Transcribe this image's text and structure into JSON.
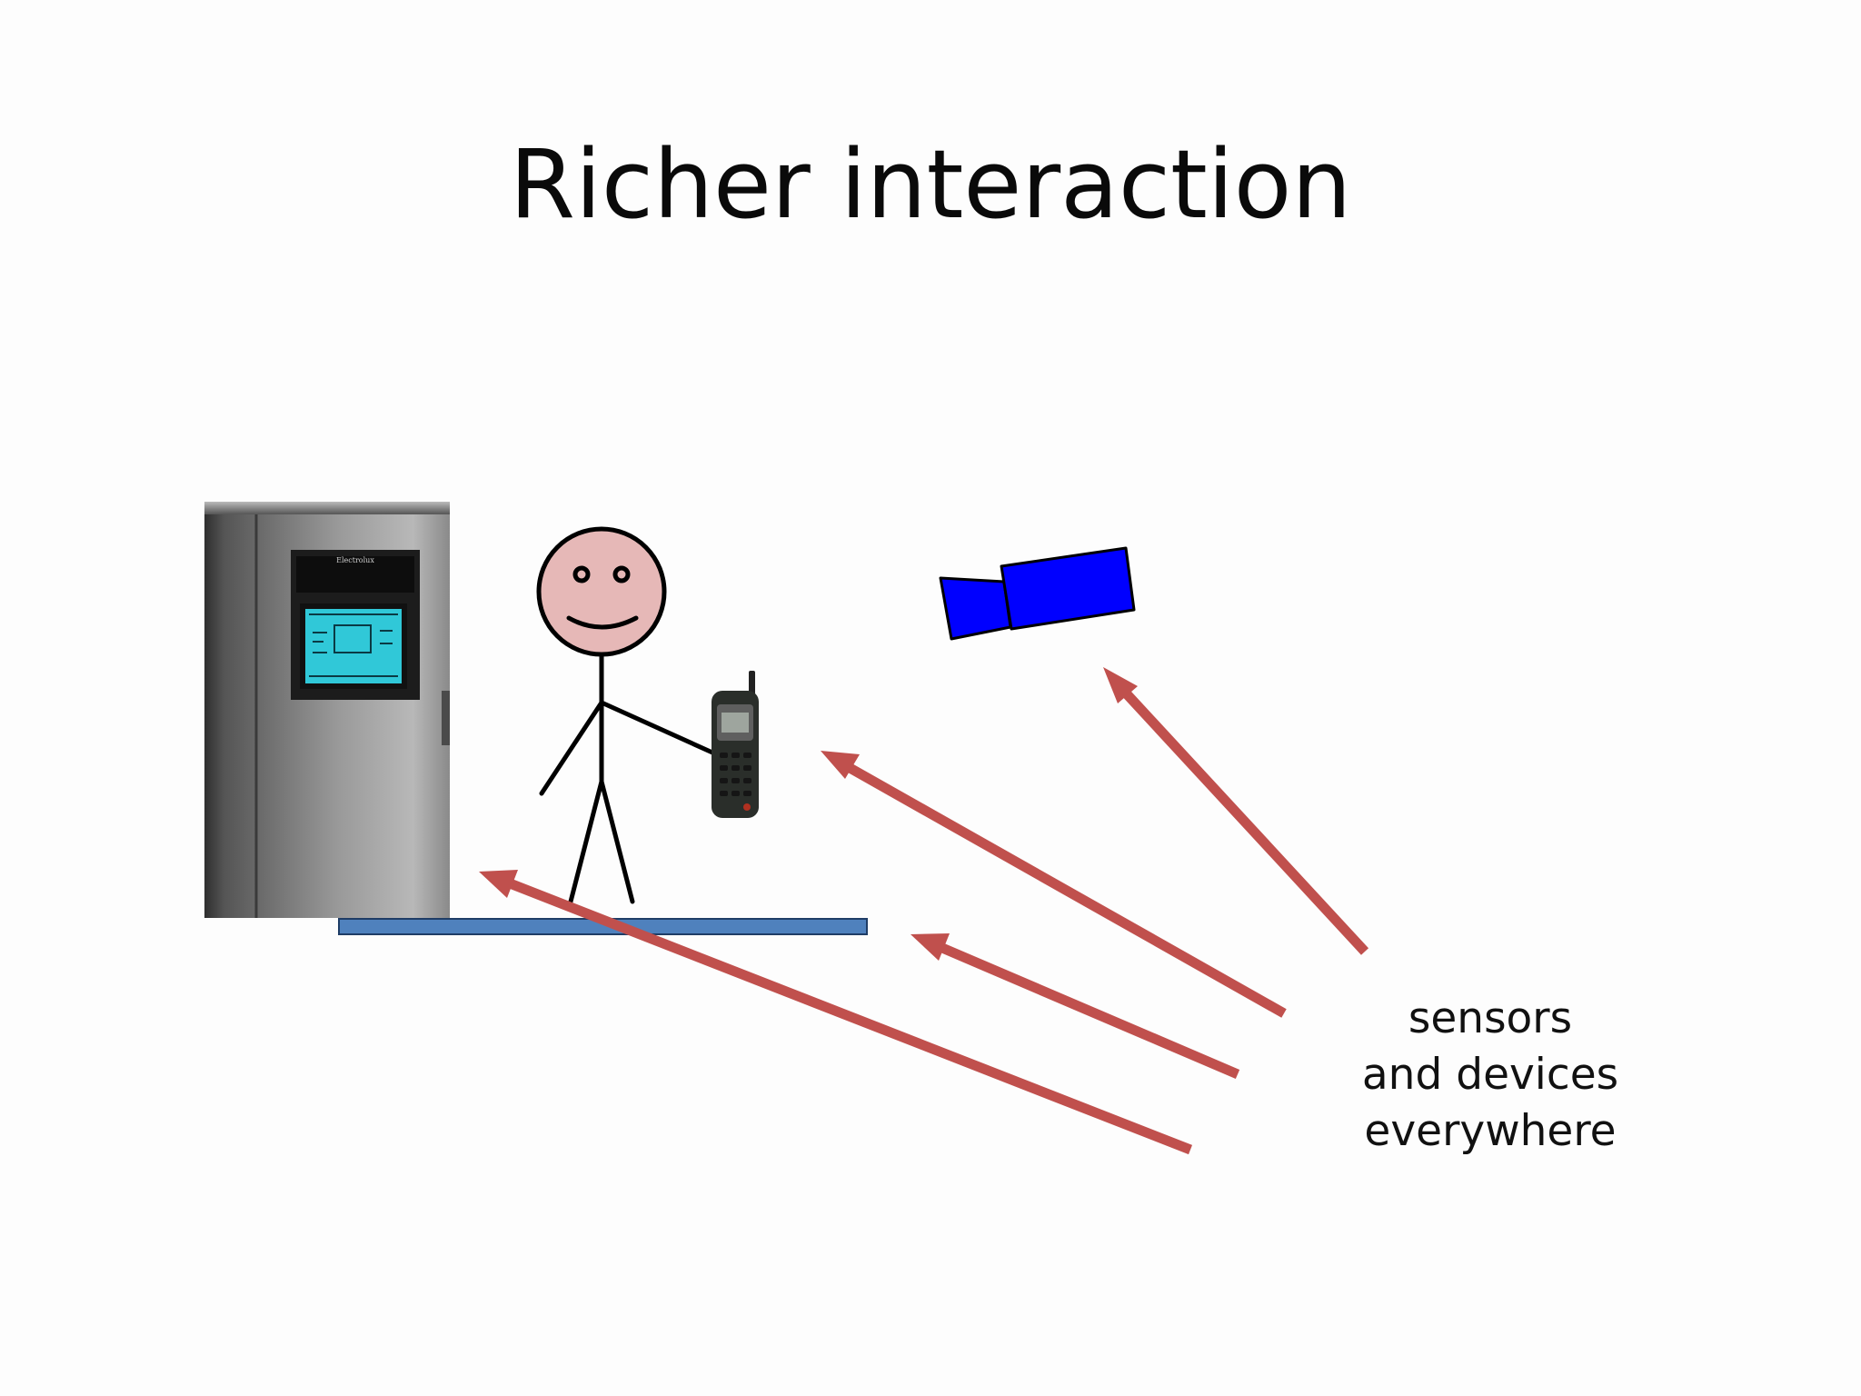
{
  "slide": {
    "title": "Richer interaction",
    "caption_lines": [
      "sensors",
      "and devices",
      "everywhere"
    ]
  },
  "appliance": {
    "brand_text": "Electrolux"
  },
  "colors": {
    "arrow": "#c0504d",
    "camera": "#0000ff",
    "floor_sensor": "#4f81bd",
    "face": "#e6b8b7",
    "fridge_screen": "#30c8d8"
  },
  "icons": [
    "refrigerator-icon",
    "stick-figure-icon",
    "mobile-phone-icon",
    "video-camera-icon",
    "floor-sensor-pad",
    "arrow-icon"
  ]
}
